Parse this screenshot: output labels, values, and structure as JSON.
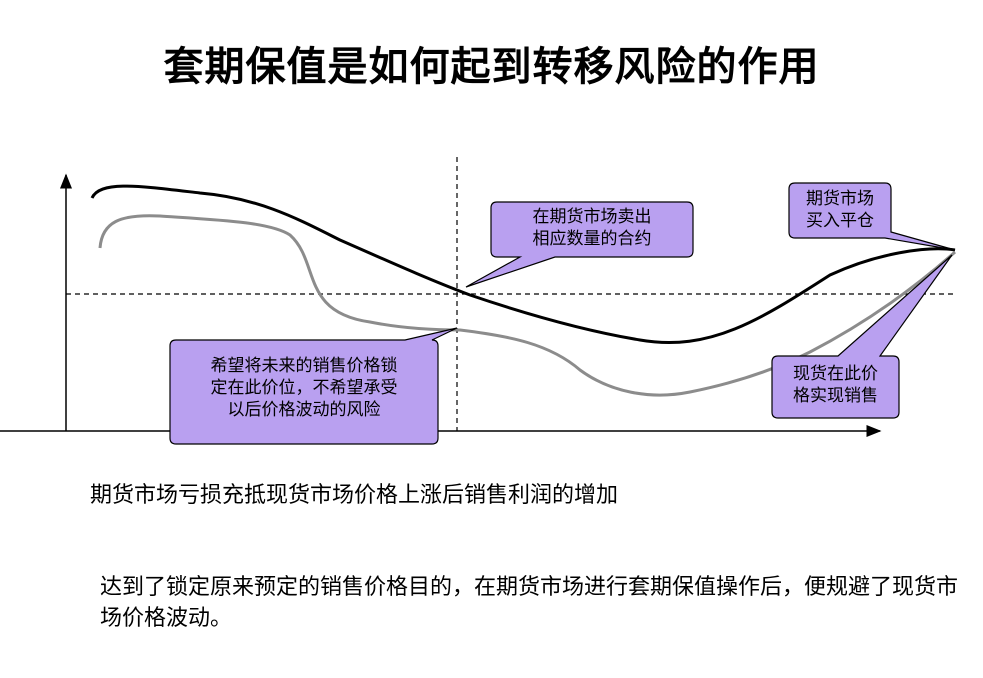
{
  "title": "套期保值是如何起到转移风险的作用",
  "callouts": {
    "sell_futures": "在期货市场卖出\n相应数量的合约",
    "buy_close": "期货市场\n买入平仓",
    "lock_price": "希望将未来的销售价格锁\n定在此价位，不希望承受\n以后价格波动的风险",
    "spot_sale": "现货在此价\n格实现销售"
  },
  "caption": "期货市场亏损充抵现货市场价格上涨后销售利润的增加",
  "conclusion": "达到了锁定原来预定的销售价格目的，在期货市场进行套期保值操作后，便规避了现货市场价格波动。",
  "colors": {
    "callout_fill": "#b9a0f0",
    "futures_curve": "#000000",
    "spot_curve": "#8c8c8c"
  }
}
